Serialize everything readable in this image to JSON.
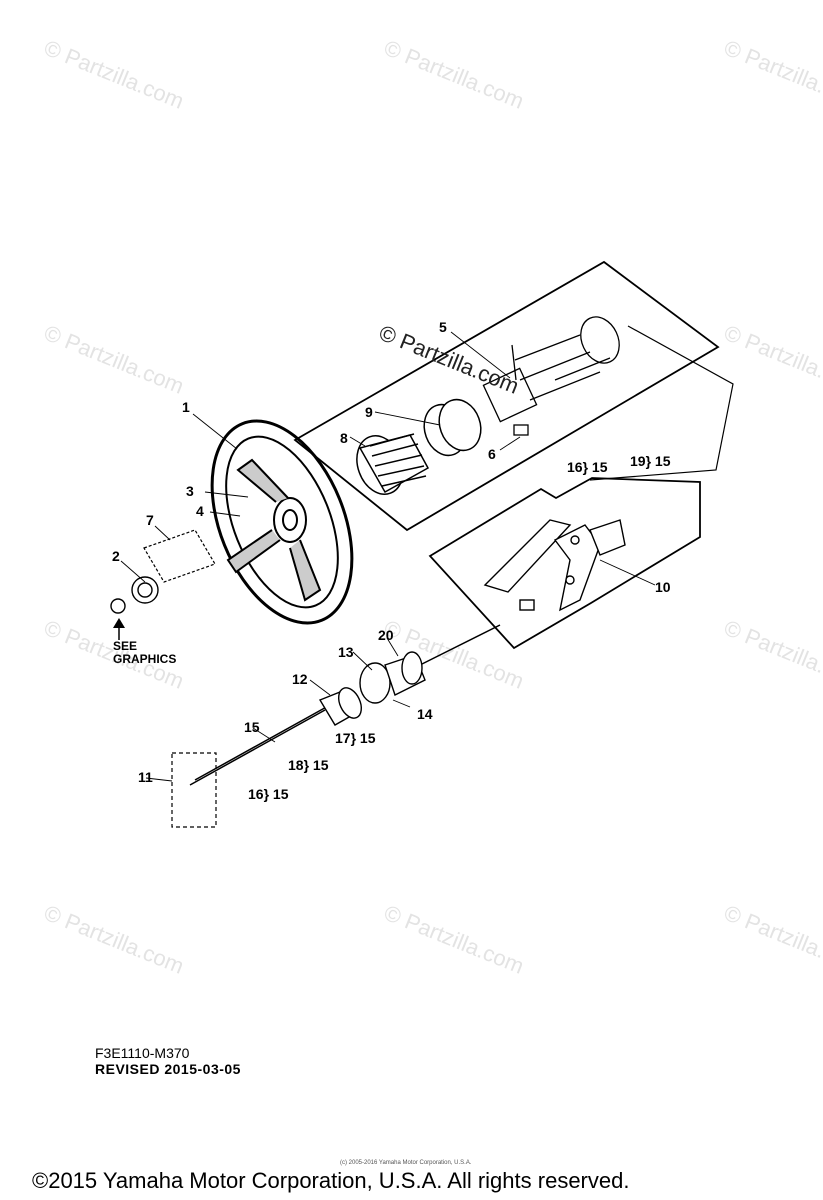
{
  "watermark": "© Partzilla.com",
  "center_watermark": "© Partzilla.com",
  "callouts": {
    "c1": "1",
    "c2": "2",
    "c3": "3",
    "c4": "4",
    "c5": "5",
    "c6": "6",
    "c7": "7",
    "c8": "8",
    "c9": "9",
    "c10": "10",
    "c11": "11",
    "c12": "12",
    "c13": "13",
    "c14": "14",
    "c15": "15",
    "c16_15_a": "16} 15",
    "c19_15": "19} 15",
    "c20": "20",
    "c17_15": "17} 15",
    "c18_15": "18} 15",
    "c16_15_b": "16} 15"
  },
  "see_graphics": {
    "line1": "SEE",
    "line2": "GRAPHICS"
  },
  "diagram_code": "F3E1110-M370",
  "revised": "REVISED 2015-03-05",
  "tiny_credit": "(c) 2005-2016 Yamaha Motor Corporation, U.S.A.",
  "copyright": "©2015 Yamaha Motor Corporation, U.S.A. All rights reserved."
}
